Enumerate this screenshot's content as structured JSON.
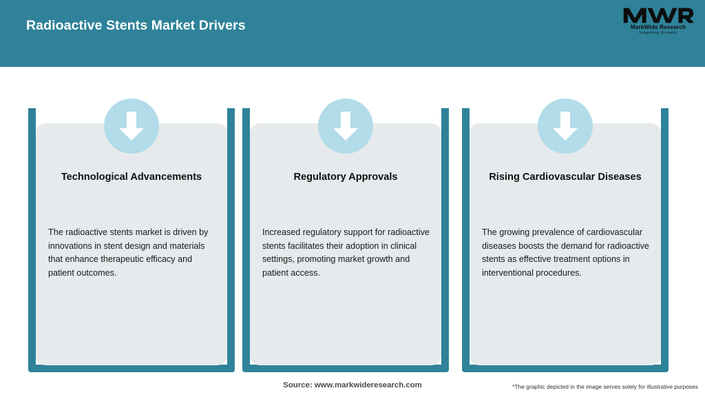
{
  "header": {
    "title": "Radioactive Stents Market Drivers",
    "background_color": "#2F8299",
    "title_color": "#FFFFFF"
  },
  "logo": {
    "mark": "MWR",
    "name": "MarkWide Research",
    "tagline": "Inspiring Growth"
  },
  "theme": {
    "accent_teal": "#2F8299",
    "badge_blue": "#B2DCE9",
    "panel_grey": "#E6EAEC",
    "page_background": "#FFFFFF"
  },
  "cards": [
    {
      "icon": "down-arrow-icon",
      "title": "Technological Advancements",
      "body": "The radioactive stents market is driven by innovations in stent design and materials that enhance therapeutic efficacy and patient outcomes."
    },
    {
      "icon": "down-arrow-icon",
      "title": "Regulatory Approvals",
      "body": "Increased regulatory support for radioactive stents facilitates their adoption in clinical settings, promoting market growth and patient access."
    },
    {
      "icon": "down-arrow-icon",
      "title": "Rising Cardiovascular Diseases",
      "body": "The growing prevalence of cardiovascular diseases boosts the demand for radioactive stents as effective treatment options in interventional procedures."
    }
  ],
  "footer": {
    "source": "Source: www.markwideresearch.com",
    "disclaimer": "*The graphic depicted in the image serves solely for illustrative purposes"
  }
}
